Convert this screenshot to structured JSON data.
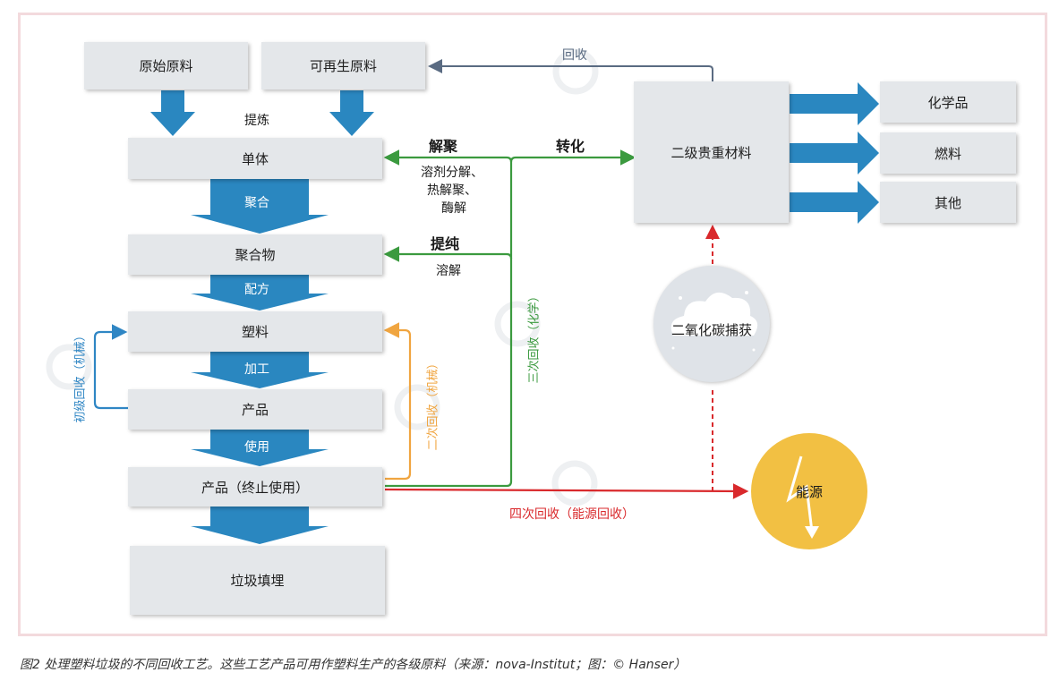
{
  "boxes": {
    "raw_material": "原始原料",
    "renewable_material": "可再生原料",
    "monomer": "单体",
    "polymer": "聚合物",
    "plastic": "塑料",
    "product": "产品",
    "product_eol": "产品（终止使用）",
    "landfill": "垃圾填埋",
    "secondary_material": "二级贵重材料",
    "chemicals": "化学品",
    "fuel": "燃料",
    "other": "其他"
  },
  "flow_labels": {
    "refining": "提炼",
    "polymerization": "聚合",
    "formulation": "配方",
    "processing": "加工",
    "use": "使用",
    "recycling_top": "回收",
    "depolymerization": "解聚",
    "depoly_methods": [
      "溶剂分解、",
      "热解聚、",
      "酶解"
    ],
    "purification": "提纯",
    "dissolution": "溶解",
    "conversion": "转化"
  },
  "recycling_labels": {
    "primary": "初级回收（机械）",
    "secondary": "二次回收（机械）",
    "tertiary": "三次回收（化学）",
    "quaternary": "四次回收（能源回收）"
  },
  "circles": {
    "co2_capture": "二氧化碳捕获",
    "energy": "能源"
  },
  "caption": "图2 处理塑料垃圾的不同回收工艺。这些工艺产品可用作塑料生产的各级原料（来源：nova-Institut；图：© Hanser）",
  "colors": {
    "blue_arrow": "#2a87c0",
    "primary_recycling": "#2f86c4",
    "secondary_recycling": "#f0a540",
    "tertiary_recycling": "#3b9a3f",
    "quaternary_recycling": "#d9292c",
    "top_return": "#5a6b82",
    "box_fill": "#e4e7ea",
    "energy_fill": "#f2c043",
    "co2_fill": "#dfe3e8"
  },
  "icons": [
    "recycle-icon",
    "cloud-icon",
    "lightning-icon"
  ]
}
